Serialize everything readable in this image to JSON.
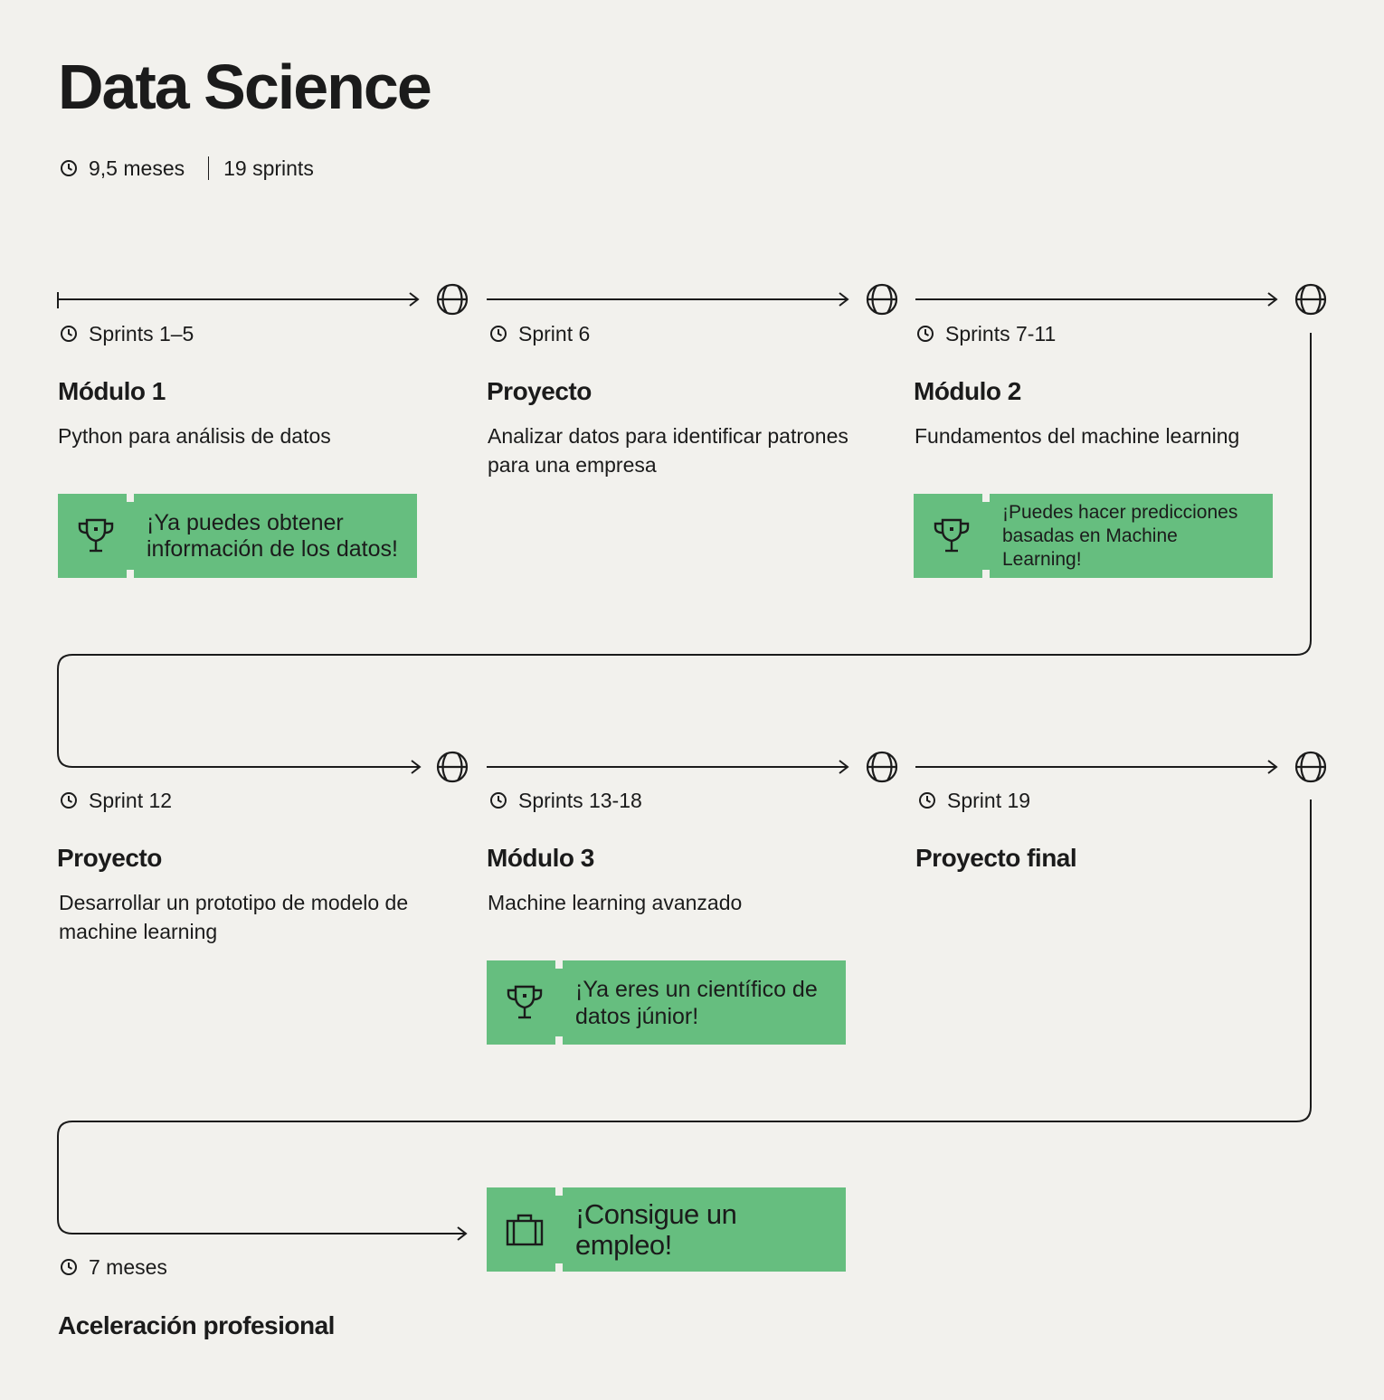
{
  "page": {
    "title": "Data Science",
    "duration": "9,5 meses",
    "sprints_total": "19 sprints"
  },
  "steps": [
    {
      "time": "Sprints 1–5",
      "heading": "Módulo 1",
      "desc": "Python para análisis de datos",
      "badge": "¡Ya puedes obtener información de los datos!"
    },
    {
      "time": "Sprint 6",
      "heading": "Proyecto",
      "desc": "Analizar datos para identificar patrones para una empresa"
    },
    {
      "time": "Sprints 7-11",
      "heading": "Módulo 2",
      "desc": "Fundamentos del machine learning",
      "badge": "¡Puedes hacer predicciones basadas en Machine Learning!"
    },
    {
      "time": "Sprint 12",
      "heading": "Proyecto",
      "desc": "Desarrollar un prototipo de modelo de machine learning"
    },
    {
      "time": "Sprints 13-18",
      "heading": "Módulo 3",
      "desc": "Machine learning avanzado",
      "badge": "¡Ya eres un científico de datos júnior!"
    },
    {
      "time": "Sprint 19",
      "heading": "Proyecto final"
    }
  ],
  "career": {
    "time": "7 meses",
    "heading": "Aceleración profesional",
    "badge": "¡Consigue un empleo!"
  },
  "colors": {
    "background": "#f2f1ed",
    "accent": "#66be7f",
    "ink": "#1b1b1b"
  },
  "icons": {
    "clock": "clock-icon",
    "milestone": "ball-icon",
    "achievement": "trophy-icon",
    "job": "briefcase-icon"
  }
}
